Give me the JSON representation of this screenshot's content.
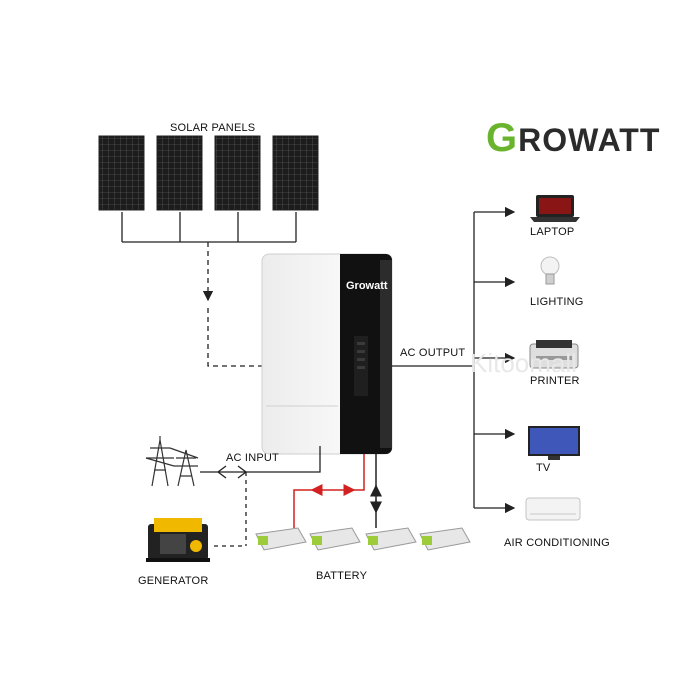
{
  "brand": {
    "logo_text": "GROWATT",
    "inverter_logo": "Growatt",
    "accent_color": "#6ab42d"
  },
  "labels": {
    "solar_panels": "SOLAR PANELS",
    "ac_output": "AC OUTPUT",
    "ac_input": "AC INPUT",
    "generator": "GENERATOR",
    "battery": "BATTERY"
  },
  "loads": [
    {
      "label": "LAPTOP",
      "icon": "laptop-icon"
    },
    {
      "label": "LIGHTING",
      "icon": "light-bulb-icon"
    },
    {
      "label": "PRINTER",
      "icon": "printer-icon"
    },
    {
      "label": "TV",
      "icon": "tv-icon"
    },
    {
      "label": "AIR CONDITIONING",
      "icon": "air-conditioner-icon"
    }
  ],
  "watermark": "Kitoomall",
  "colors": {
    "battery_link": "#d32020",
    "line": "#222222",
    "inverter_body": "#f7f7f7",
    "inverter_panel": "#111111"
  }
}
